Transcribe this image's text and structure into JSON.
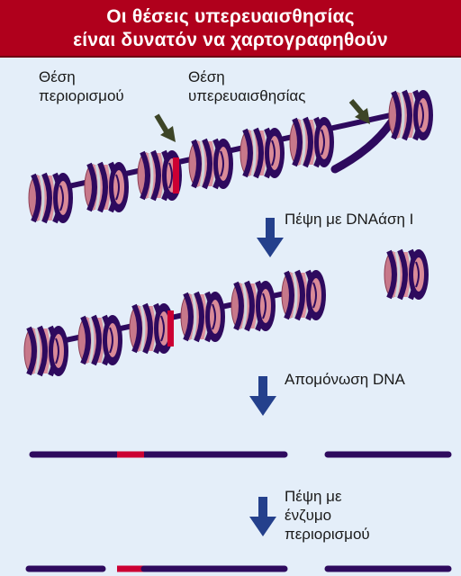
{
  "title": {
    "line1": "Οι θέσεις υπερευαισθησίας",
    "line2": "είναι δυνατόν να χαρτογραφηθούν"
  },
  "labels": {
    "restriction_site": [
      "Θέση",
      "περιορισμού"
    ],
    "hypersensitive_site": [
      "Θέση",
      "υπερευαισθησίας"
    ]
  },
  "steps": {
    "dnase_digestion": "Πέψη με DNAάση I",
    "dna_isolation": "Απομόνωση DNA",
    "enzyme_digestion": [
      "Πέψη με",
      "ένζυμο",
      "περιορισμού"
    ]
  },
  "colors": {
    "banner": "#b0001c",
    "background": "#e4eef9",
    "dna_strand": "#2e0a5e",
    "nucleosome_core": "#d98a98",
    "restriction_mark": "#cc0033",
    "arrow": "#24408c",
    "pointer_arrow": "#3d4527"
  }
}
